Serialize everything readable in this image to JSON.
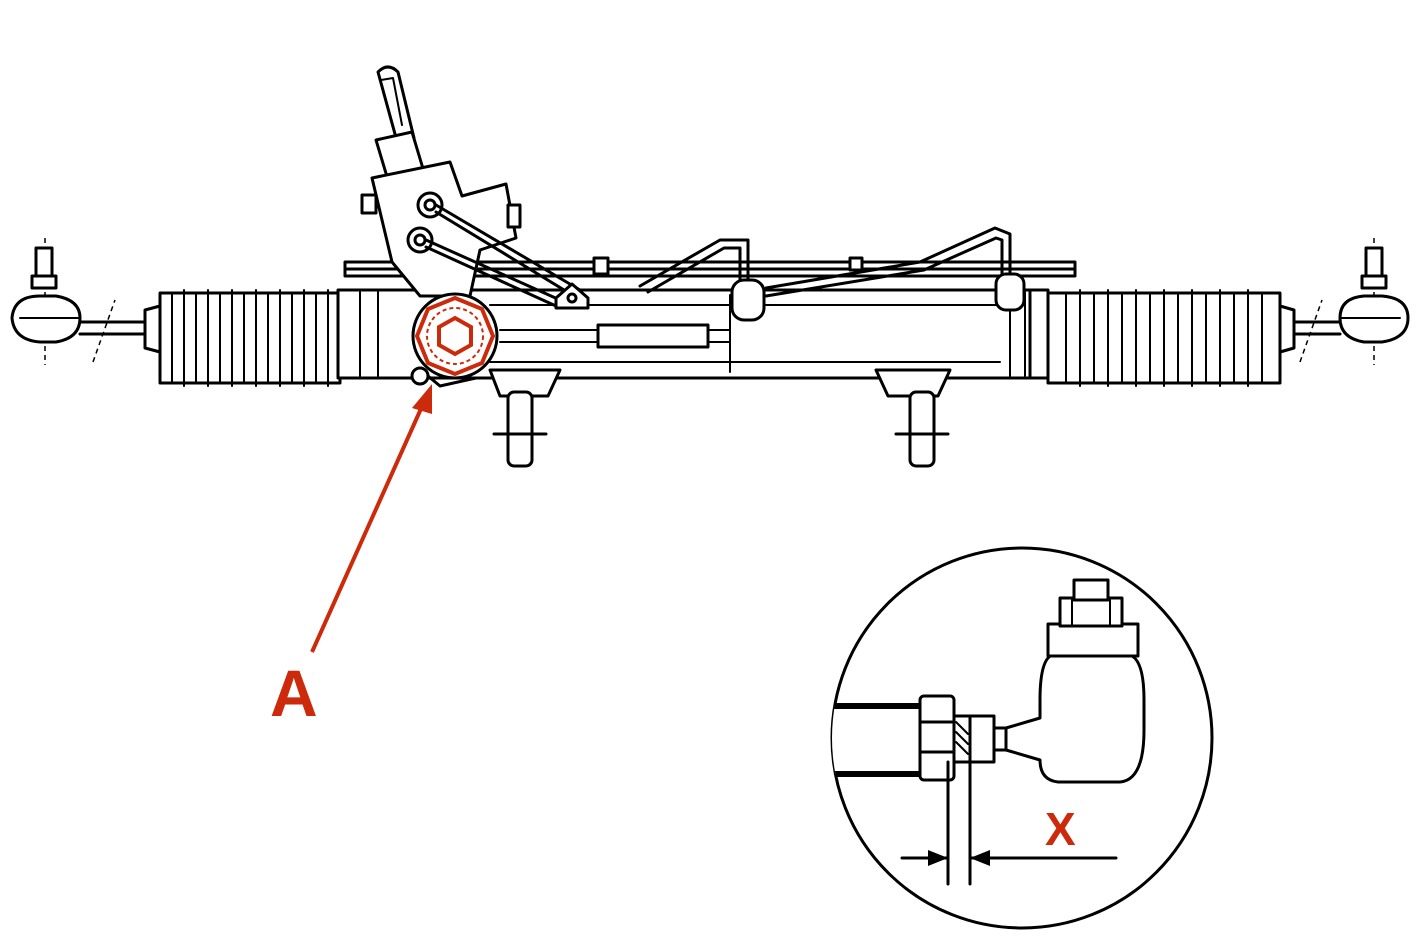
{
  "diagram": {
    "accent_color": "#cc2a0a",
    "line_color": "#000000",
    "background": "#ffffff",
    "callouts": [
      {
        "id": "A",
        "label": "A"
      },
      {
        "id": "X",
        "label": "X"
      }
    ],
    "components": [
      "steering-rack-assembly",
      "pinion-housing",
      "highlighted-pinion-nut",
      "left-boot",
      "right-boot",
      "left-tie-rod-end",
      "right-tie-rod-end",
      "mounting-studs",
      "hydraulic-lines",
      "detail-inset-tie-rod-adjustment"
    ]
  }
}
